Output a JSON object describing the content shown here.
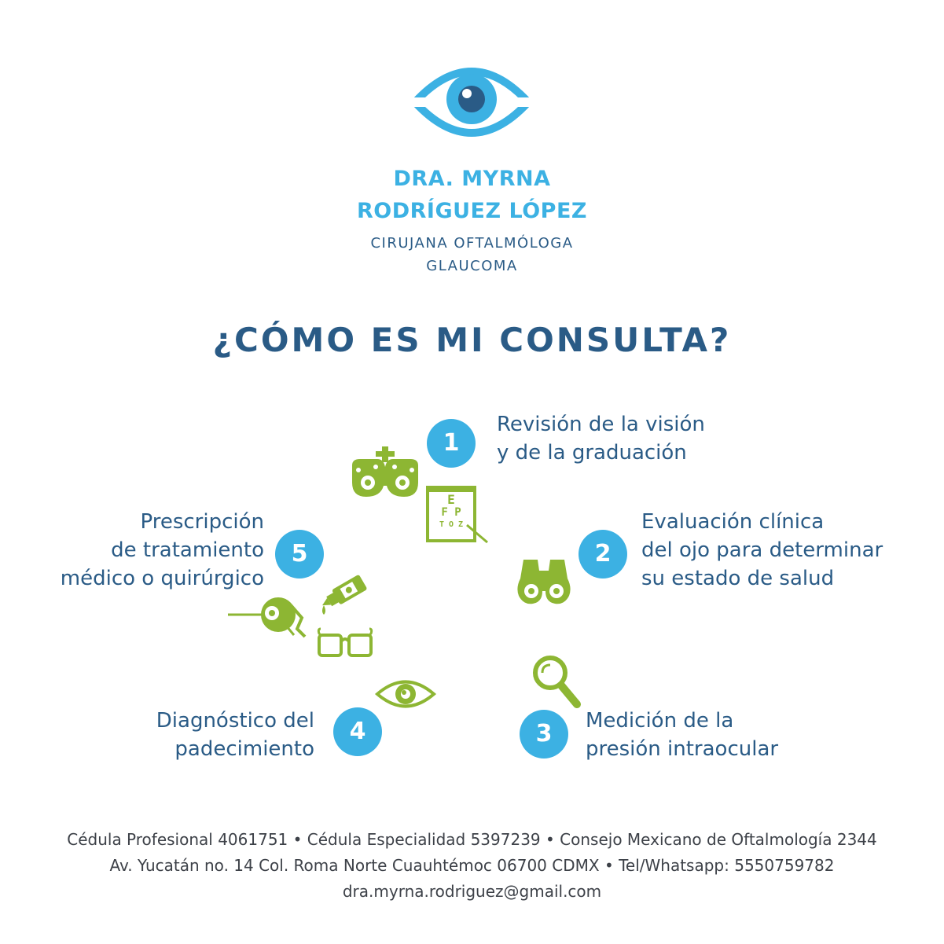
{
  "brand": {
    "name_line1": "DRA. MYRNA",
    "name_line2": "RODRÍGUEZ LÓPEZ",
    "specialty": "CIRUJANA OFTALMÓLOGA",
    "subspecialty": "GLAUCOMA",
    "logo_icon": "eye-logo-icon",
    "primary_color": "#3cb1e3",
    "dark_color": "#2a5b86",
    "icon_color": "#8db633"
  },
  "headline": "¿CÓMO ES MI CONSULTA?",
  "steps": [
    {
      "number": "1",
      "line1": "Revisión de la visión",
      "line2": "y de la graduación",
      "icons": [
        "phoropter-icon",
        "eye-chart-icon"
      ]
    },
    {
      "number": "2",
      "line1": "Evaluación clínica",
      "line2": "del ojo para determinar",
      "line3": "su estado de salud",
      "icons": [
        "binoculars-icon"
      ]
    },
    {
      "number": "3",
      "line1": "Medición de la",
      "line2": "presión intraocular",
      "icons": [
        "magnifier-icon"
      ]
    },
    {
      "number": "4",
      "line1": "Diagnóstico del",
      "line2": "padecimiento",
      "icons": [
        "eye-icon"
      ]
    },
    {
      "number": "5",
      "line1": "Prescripción",
      "line2": "de tratamiento",
      "line3": "médico o quirúrgico",
      "icons": [
        "laser-eye-icon",
        "eye-drops-icon",
        "glasses-icon"
      ]
    }
  ],
  "eye_chart": {
    "row1": "E",
    "row2": "F P",
    "row3": "T O Z"
  },
  "footer": {
    "line1": "Cédula Profesional 4061751 •  Cédula Especialidad 5397239 • Consejo Mexicano de Oftalmología 2344",
    "line2": "Av. Yucatán no. 14 Col. Roma Norte Cuauhtémoc 06700 CDMX • Tel/Whatsapp: 5550759782",
    "email": "dra.myrna.rodriguez@gmail.com"
  }
}
